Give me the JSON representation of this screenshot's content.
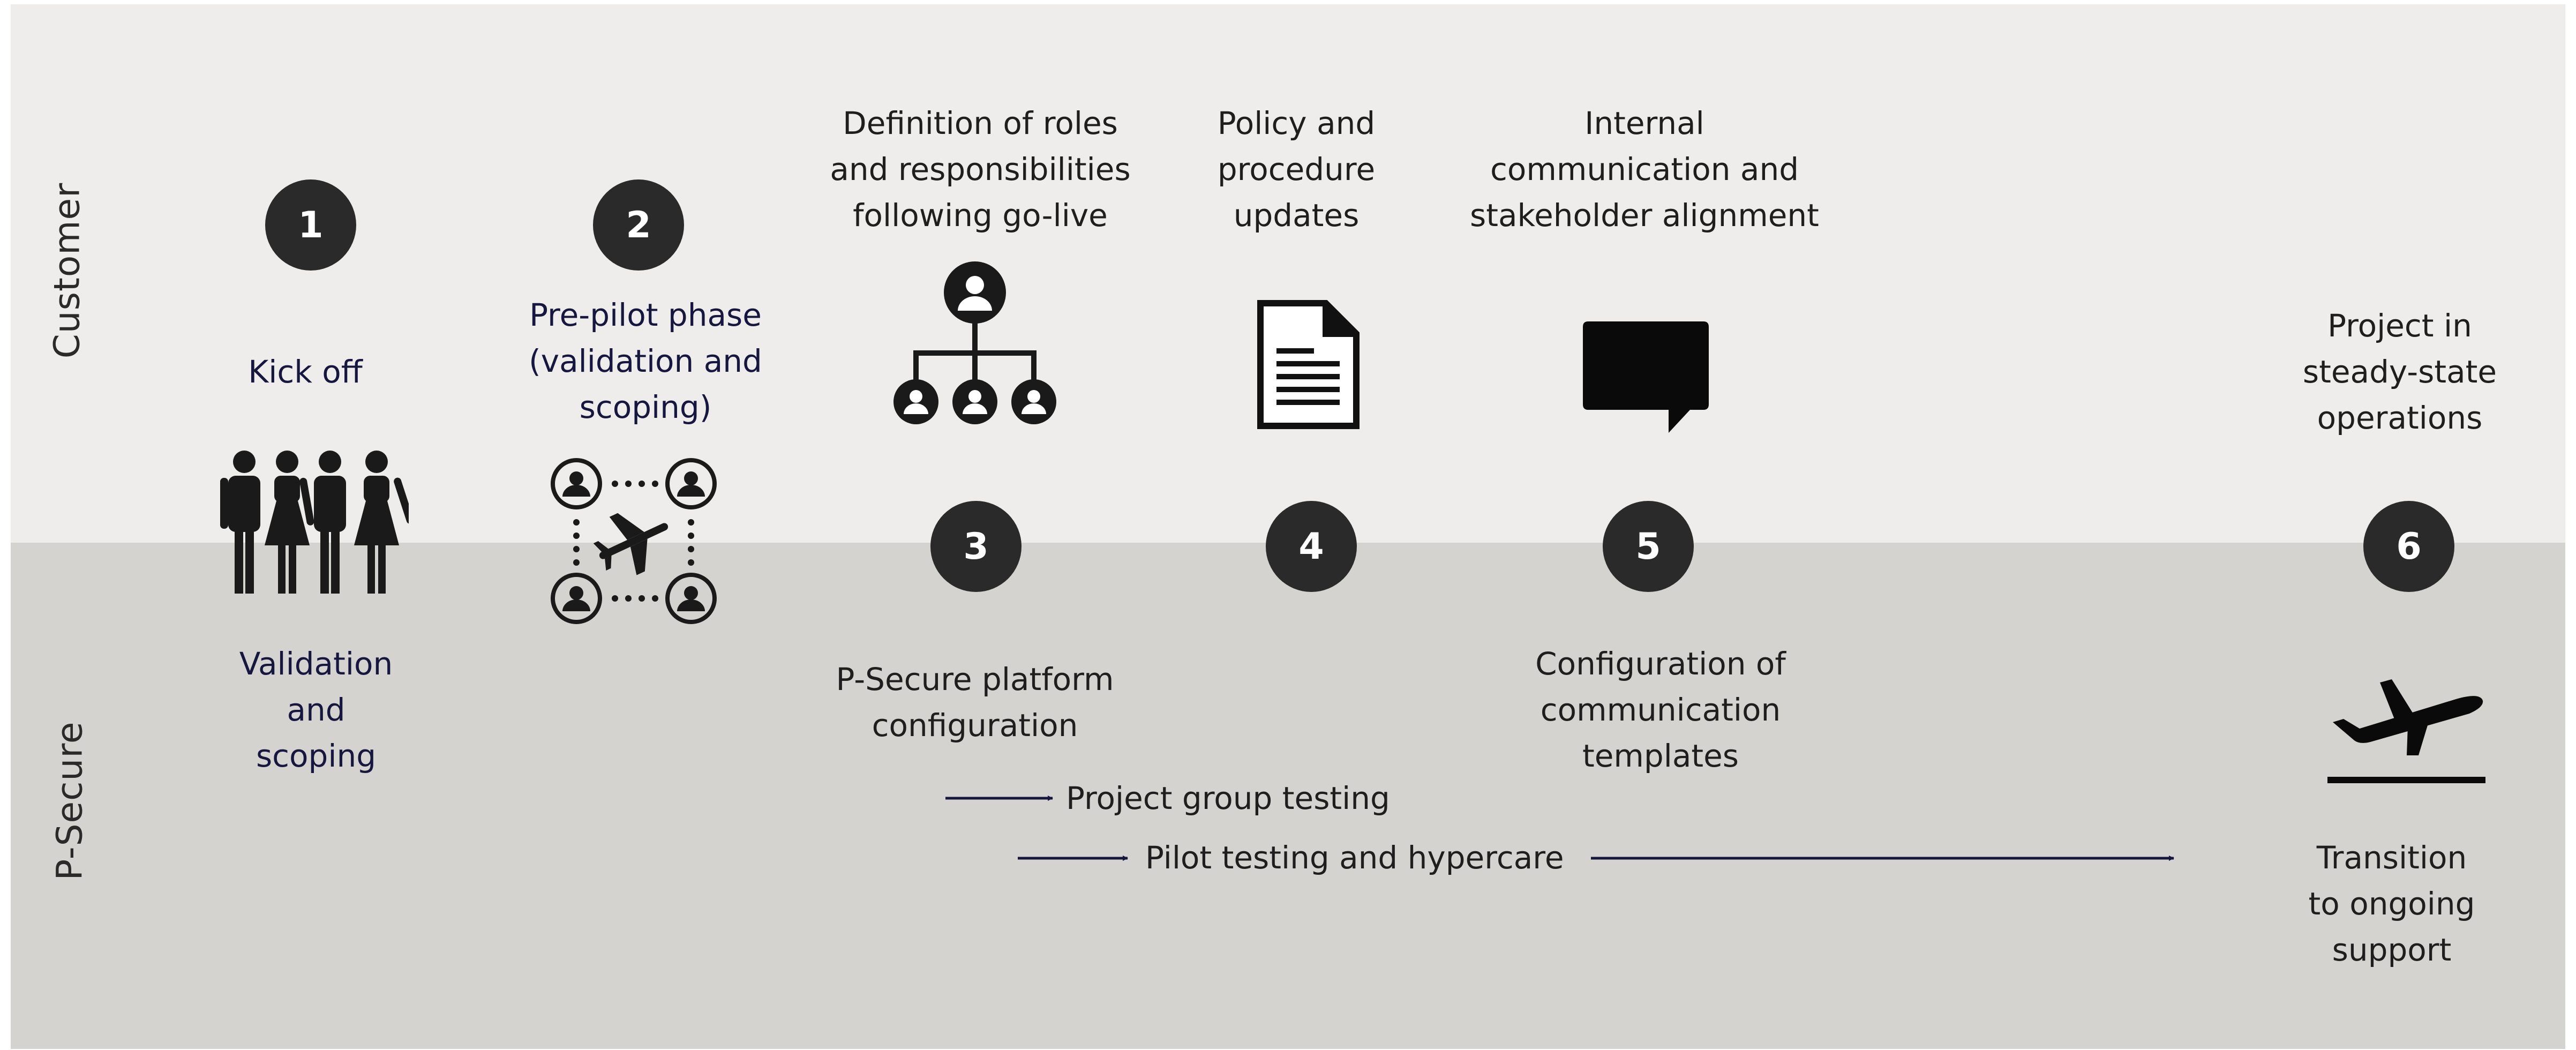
{
  "lanes": {
    "top": "Customer",
    "bottom": "P-Secure"
  },
  "steps": [
    "1",
    "2",
    "3",
    "4",
    "5",
    "6"
  ],
  "labels": {
    "kickoff": "Kick off",
    "prepilot": "Pre-pilot phase\n(validation and\nscoping)",
    "roles": "Definition of roles\nand responsibilities\nfollowing go-live",
    "policy": "Policy and\nprocedure\nupdates",
    "internal": "Internal\ncommunication and\nstakeholder alignment",
    "steady": "Project in\nsteady-state\noperations",
    "validation": "Validation\nand\nscoping",
    "platform": "P-Secure platform\nconfiguration",
    "templates": "Configuration of\ncommunication\ntemplates",
    "group_testing": "Project group testing",
    "pilot_testing": "Pilot testing and hypercare",
    "transition": "Transition\nto ongoing\nsupport"
  },
  "icons": [
    "people-group-icon",
    "pilot-network-icon",
    "org-chart-icon",
    "document-icon",
    "speech-bubble-icon",
    "airplane-takeoff-icon"
  ],
  "colors": {
    "top_band": "#eeedeb",
    "bottom_band": "#d4d3cf",
    "step_circle": "#2a2a2a",
    "navy_text": "#16163f"
  }
}
